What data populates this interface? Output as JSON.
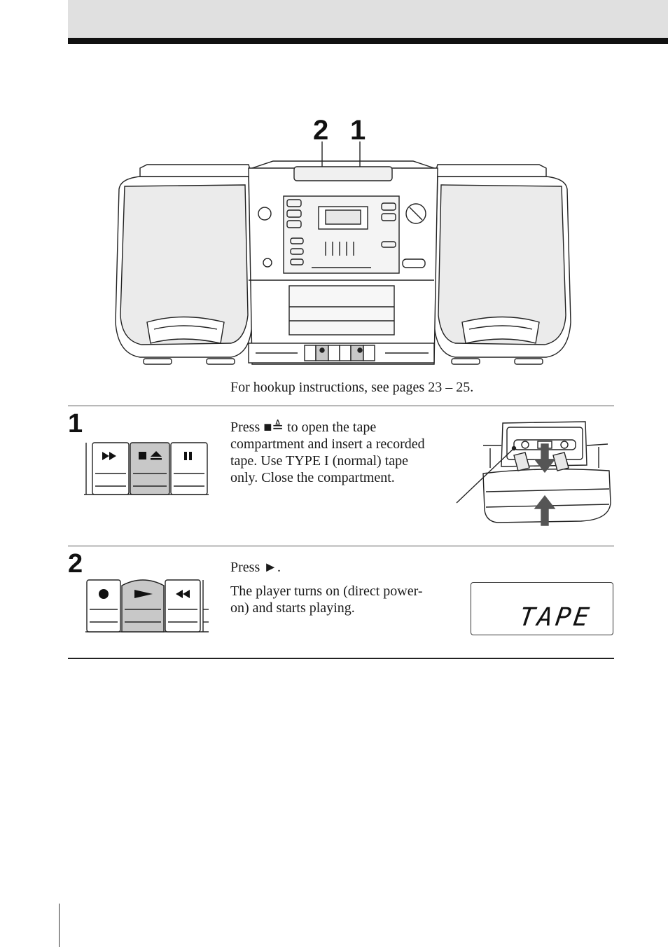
{
  "callouts": {
    "left": "2",
    "right": "1"
  },
  "intro": "For hookup instructions, see pages 23 – 25.",
  "steps": [
    {
      "number": "1",
      "text": "Press ■≜ to open the tape compartment and insert a recorded tape. Use TYPE I (normal) tape only. Close  the compartment.",
      "buttons": [
        "forward-icon",
        "stop-eject-icon",
        "pause-icon"
      ]
    },
    {
      "number": "2",
      "text": "Press ►.",
      "text2": "The player turns on (direct power-on) and starts playing.",
      "buttons": [
        "record-icon",
        "play-icon",
        "rewind-icon"
      ],
      "display": "TAPE"
    }
  ],
  "colors": {
    "highlight": "#c8c8c8",
    "band": "#e0e0e0",
    "ink": "#111111"
  }
}
